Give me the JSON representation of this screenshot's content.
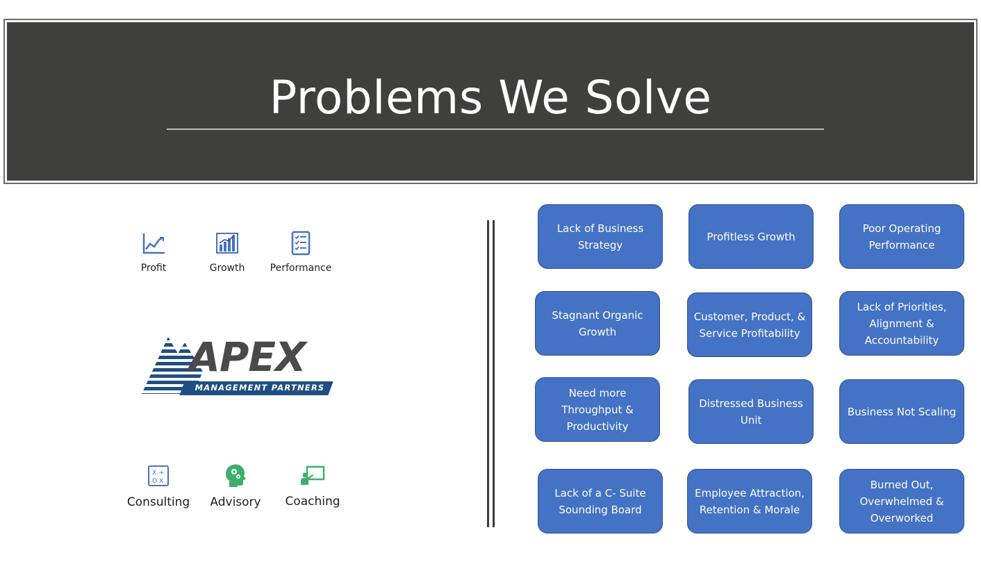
{
  "title": "Problems We Solve",
  "top_icons": [
    {
      "label": "Profit",
      "icon": "line-chart-icon"
    },
    {
      "label": "Growth",
      "icon": "bar-chart-icon"
    },
    {
      "label": "Performance",
      "icon": "checklist-icon"
    }
  ],
  "logo": {
    "word": "APEX",
    "tagline": "MANAGEMENT PARTNERS"
  },
  "bottom_icons": [
    {
      "label": "Consulting",
      "icon": "strategy-board-icon"
    },
    {
      "label": "Advisory",
      "icon": "head-gears-icon"
    },
    {
      "label": "Coaching",
      "icon": "presenter-board-icon"
    }
  ],
  "problems": [
    "Lack of Business Strategy",
    "Profitless Growth",
    "Poor Operating Performance",
    "Stagnant Organic Growth",
    "Customer, Product, & Service Profitability",
    "Lack of Priorities, Alignment & Accountability",
    "Need more Throughput & Productivity",
    "Distressed Business Unit",
    "Business Not Scaling",
    "Lack of a C- Suite Sounding Board",
    "Employee Attraction, Retention & Morale",
    "Burned Out, Overwhelmed & Overworked"
  ],
  "colors": {
    "banner": "#3f403e",
    "tile": "#4472c4",
    "icon_blue": "#4472c4",
    "icon_green": "#3fae6c",
    "logo_navy": "#1f4f82"
  }
}
